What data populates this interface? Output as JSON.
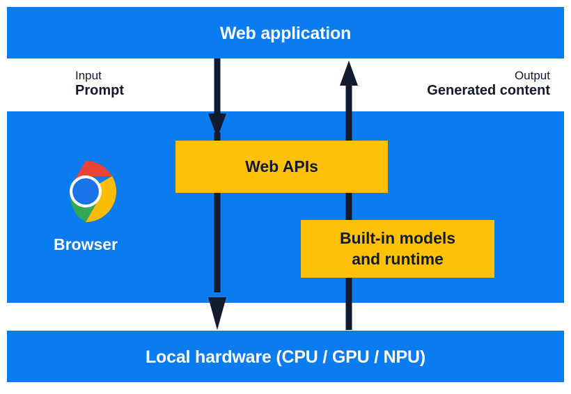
{
  "diagram": {
    "title": "Web application",
    "colors": {
      "band_blue": "#0b7bf0",
      "box_yellow": "#ffc107",
      "arrow_navy": "#111a2e",
      "band_text": "#ffffff",
      "box_text": "#111a2e"
    },
    "bands": {
      "web_application": {
        "label": "Web application"
      },
      "browser": {
        "label": "Browser"
      },
      "local_hardware": {
        "label": "Local hardware (CPU / GPU / NPU)"
      }
    },
    "flows": {
      "input": {
        "kind": "Input",
        "name": "Prompt"
      },
      "output": {
        "kind": "Output",
        "name": "Generated content"
      }
    },
    "boxes": {
      "web_apis": {
        "label": "Web APIs"
      },
      "built_in_models": {
        "line1": "Built-in models",
        "line2": "and runtime"
      }
    },
    "icons": {
      "chrome": "chrome-logo-icon",
      "arrow_down": "arrow-down-icon",
      "arrow_up": "arrow-up-icon"
    }
  }
}
